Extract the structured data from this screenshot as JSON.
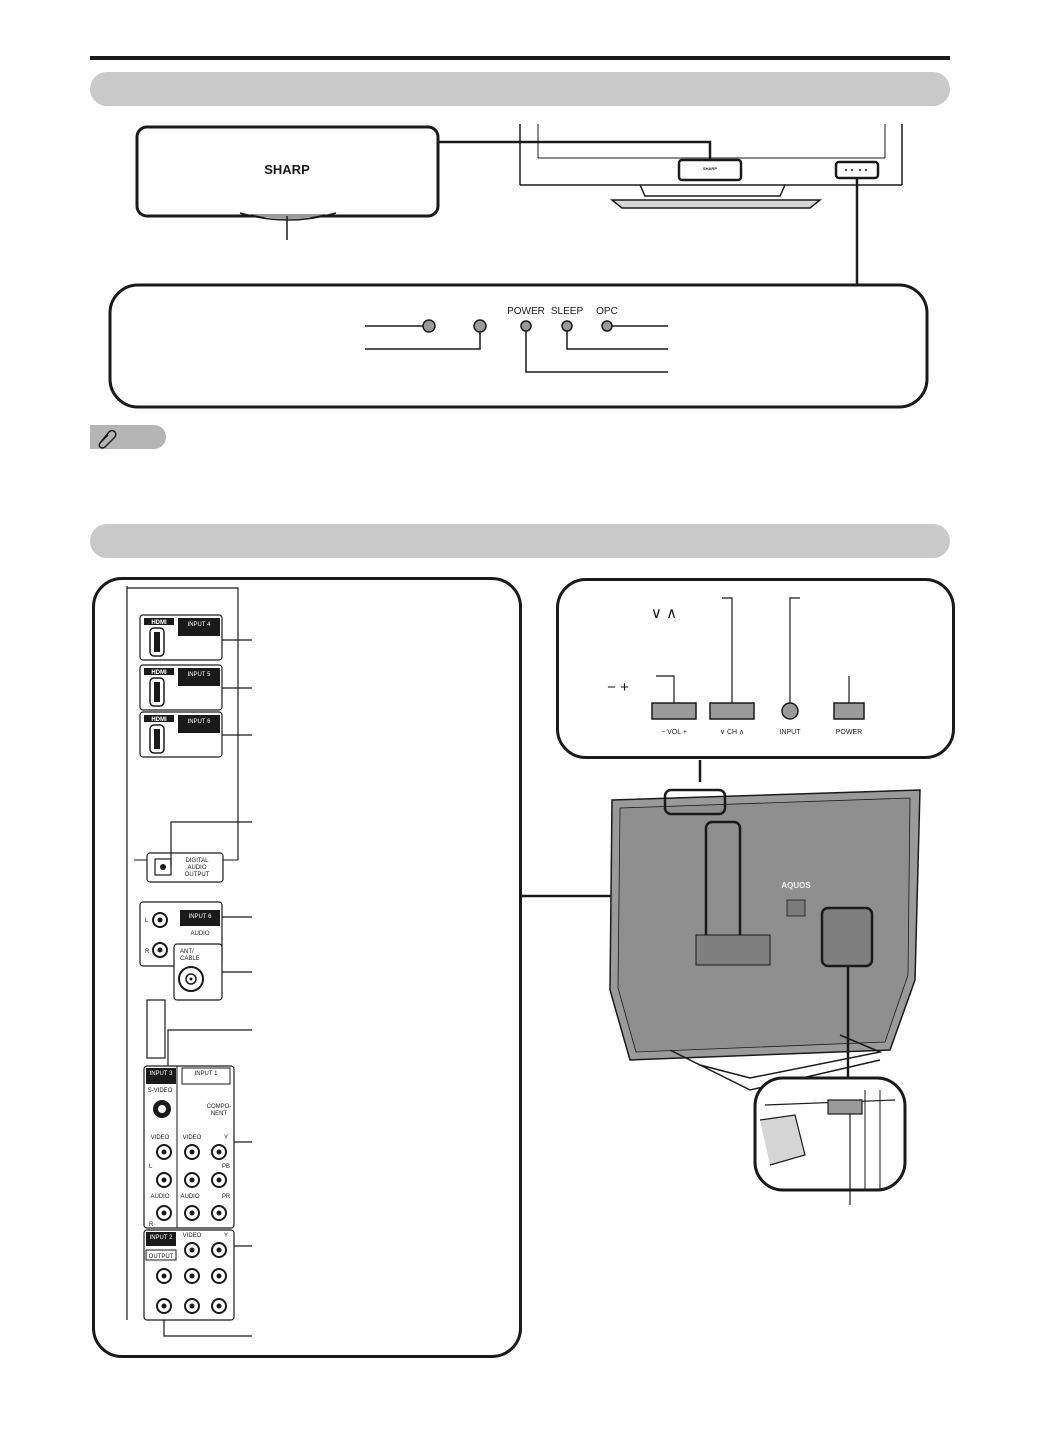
{
  "front": {
    "brand": "SHARP",
    "small_brand": "SHARP",
    "indicators": {
      "power": "POWER",
      "sleep": "SLEEP",
      "opc": "OPC"
    }
  },
  "side_panel": {
    "hdmi_logo": "HDMI",
    "input4": "INPUT 4",
    "input5": "INPUT 5",
    "input6": "INPUT 6",
    "digital_audio": [
      "DIGITAL",
      "AUDIO",
      "OUTPUT"
    ],
    "audio_l": "L",
    "audio_r": "R",
    "audio": "AUDIO",
    "ant_cable": [
      "ANT/",
      "CABLE"
    ]
  },
  "rear_panel": {
    "input3": "INPUT 3",
    "s_video": "S-VIDEO",
    "input1": "INPUT 1",
    "component": [
      "COMPO-",
      "NENT"
    ],
    "video": "VIDEO",
    "y": "Y",
    "pb": "PB",
    "pr": "PR",
    "l": "L",
    "r": "R",
    "audio": "AUDIO",
    "input2": "INPUT 2",
    "output": "OUTPUT"
  },
  "controls": {
    "ch_symbols": "∨ ∧",
    "vol_symbols": "− +",
    "vol": "− VOL +",
    "ch": "∨ CH ∧",
    "input": "INPUT",
    "power": "POWER"
  },
  "rear_view": {
    "brand": "AQUOS"
  }
}
